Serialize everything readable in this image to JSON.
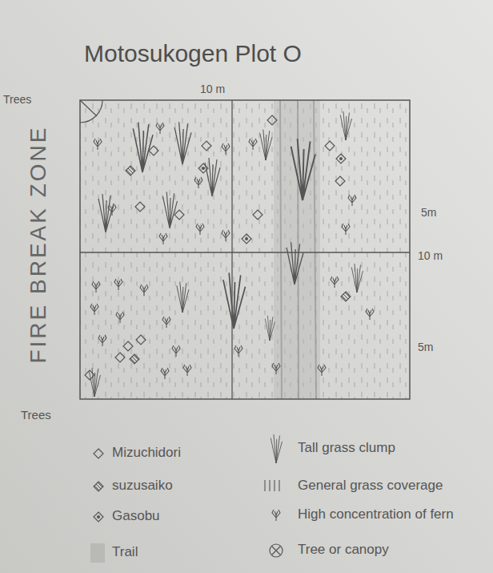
{
  "diagram": {
    "title": "Motosukogen Plot O",
    "labels": [
      "10 m",
      "Trees",
      "FIRE BREAK ZONE",
      "5m",
      "10 m",
      "5m",
      "Trees"
    ],
    "legend": [
      {
        "text": "Mizuchidori"
      },
      {
        "text": "Tall grass clump"
      },
      {
        "text": "suzusaiko"
      },
      {
        "text": "General grass coverage"
      },
      {
        "text": "Gasobu"
      },
      {
        "text": "High concentration of fern"
      },
      {
        "text": "Trail",
        "color": "#b9b9b6"
      },
      {
        "text": "Tree or canopy"
      }
    ]
  }
}
